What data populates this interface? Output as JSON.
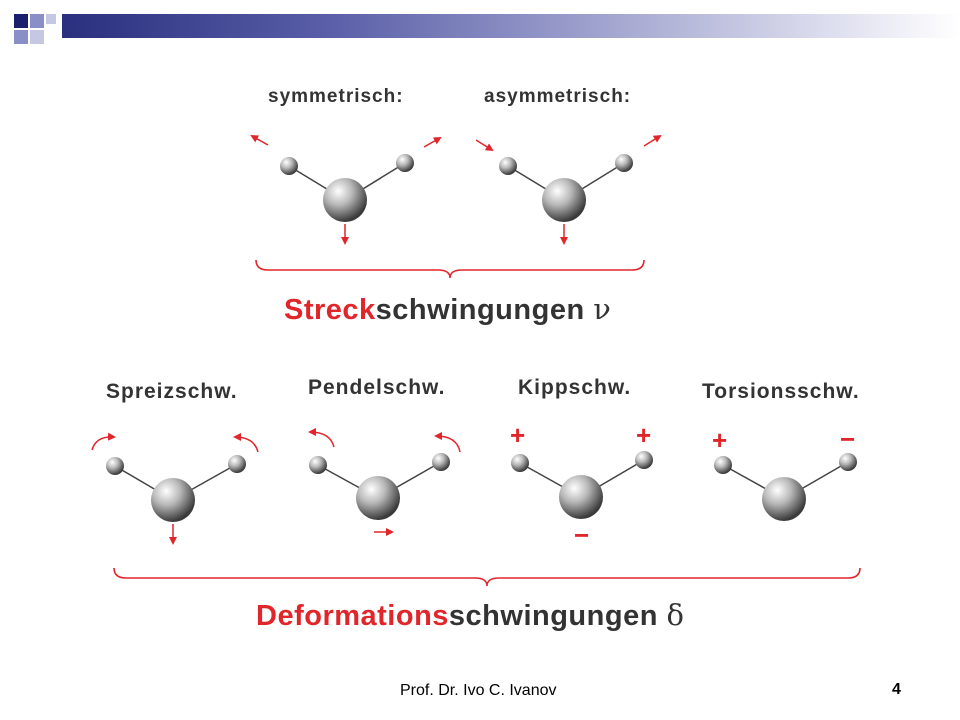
{
  "header": {
    "accent_colors": [
      "#1a1f6e",
      "#8a8fc8",
      "#2a2f7e"
    ]
  },
  "stretch": {
    "items": [
      {
        "label": "symmetrisch:"
      },
      {
        "label": "asymmetrisch:"
      }
    ],
    "title_colored": "Streck",
    "title_rest": "schwingungen",
    "symbol": "ν"
  },
  "deformation": {
    "items": [
      {
        "label": "Spreizschw."
      },
      {
        "label": "Pendelschw."
      },
      {
        "label": "Kippschw.",
        "sign_left": "+",
        "sign_right": "+",
        "sign_bottom": "−"
      },
      {
        "label": "Torsionsschw.",
        "sign_left": "+",
        "sign_right": "−"
      }
    ],
    "title_colored": "Deformations",
    "title_rest": "schwingungen",
    "symbol": "δ"
  },
  "footer": {
    "author": "Prof. Dr. Ivo C. Ivanov",
    "page_number": "4"
  },
  "colors": {
    "arrow": "#e0262a",
    "title_red": "#e0262a",
    "text": "#333333"
  }
}
